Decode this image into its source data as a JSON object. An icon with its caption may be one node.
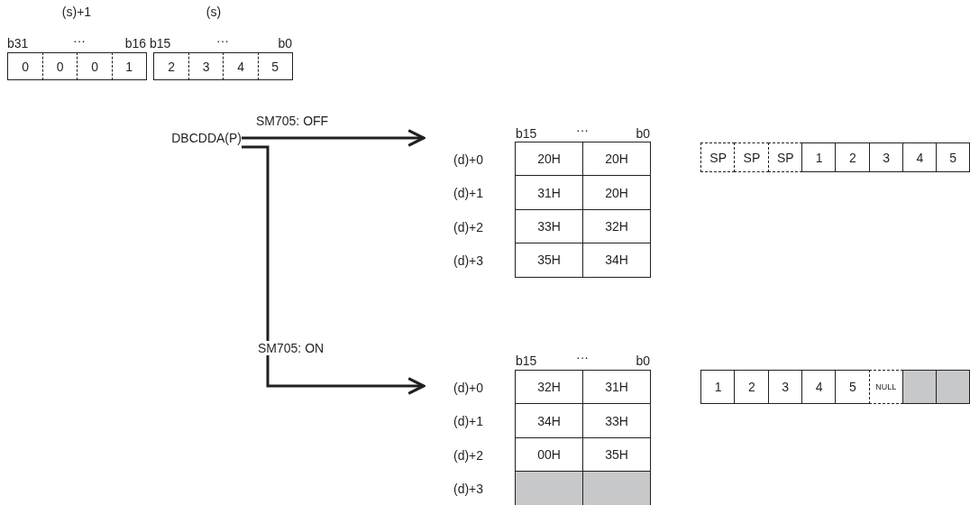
{
  "diagram": {
    "nodes": [
      {
        "text": [
          "DBCDDA(P)"
        ]
      },
      {
        "text": [
          "20H",
          "20H",
          "31H",
          "20H",
          "33H",
          "32H",
          "35H",
          "34H"
        ],
        "beside": [
          "b15",
          "···",
          "b0",
          "(d)+0",
          "(d)+1",
          "(d)+2",
          "(d)+3"
        ]
      },
      {
        "text": [
          "32H",
          "31H",
          "34H",
          "33H",
          "00H",
          "35H"
        ],
        "beside": [
          "b15",
          "···",
          "b0",
          "(d)+0",
          "(d)+1",
          "(d)+2",
          "(d)+3"
        ]
      }
    ],
    "edges": [
      {
        "from": 0,
        "to": 1,
        "arrow": "to",
        "label": "SM705: OFF"
      },
      {
        "from": 0,
        "to": 2,
        "arrow": "to",
        "label": "SM705: ON"
      }
    ],
    "labels": [
      "(s)+1",
      "(s)",
      "b31",
      "···",
      "b16",
      "b15",
      "···",
      "b0",
      "0",
      "0",
      "0",
      "1",
      "2",
      "3",
      "4",
      "5",
      "SP",
      "SP",
      "SP",
      "1",
      "2",
      "3",
      "4",
      "5",
      "1",
      "2",
      "3",
      "4",
      "5",
      "NULL"
    ]
  }
}
